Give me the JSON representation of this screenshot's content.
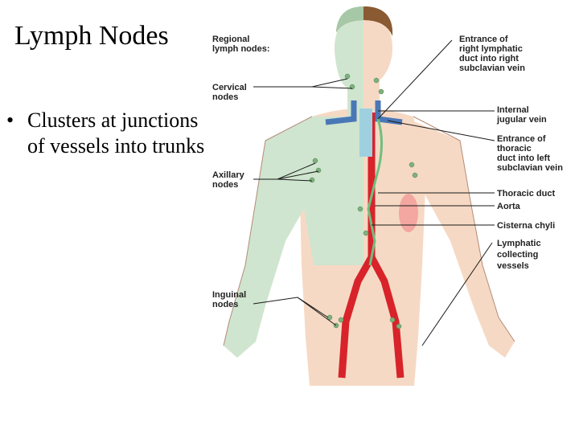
{
  "slide": {
    "title": "Lymph Nodes",
    "bullet_line1": "Clusters at junctions",
    "bullet_line2": "of vessels into trunks"
  },
  "figure": {
    "heading": [
      "Regional",
      "lymph nodes:"
    ],
    "left_labels": {
      "cervical": [
        "Cervical",
        "nodes"
      ],
      "axillary": [
        "Axillary",
        "nodes"
      ],
      "inguinal": [
        "Inguinal",
        "nodes"
      ]
    },
    "right_labels": {
      "right_duct": [
        "Entrance of",
        "right lymphatic",
        "duct into right",
        "subclavian vein"
      ],
      "jugular": [
        "Internal",
        "jugular vein"
      ],
      "thoracic_entrance": [
        "Entrance of",
        "thoracic",
        "duct into left",
        "subclavian vein"
      ],
      "thoracic_duct": [
        "Thoracic duct"
      ],
      "aorta": [
        "Aorta"
      ],
      "cisterna": [
        "Cisterna chyli"
      ],
      "collecting": [
        "Lymphatic",
        "collecting",
        "vessels"
      ]
    },
    "colors": {
      "skin": "#f6d9c4",
      "lymph_region": "#cfe5cf",
      "artery": "#d8232a",
      "vein": "#4a78b6",
      "duct": "#6fbf7f",
      "line": "#1a1a1a"
    }
  }
}
